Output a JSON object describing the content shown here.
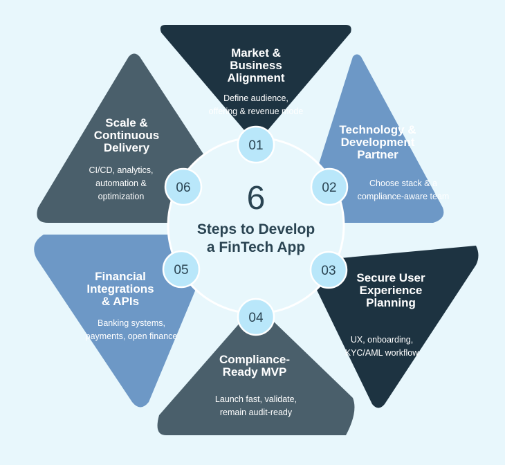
{
  "center": {
    "number": "6",
    "title_lines": [
      "Steps to Develop",
      "a FinTech App"
    ]
  },
  "colors": {
    "background": "#e8f7fc",
    "dark_navy": "#1d3341",
    "slate": "#4a5f6b",
    "light_blue": "#6d98c6",
    "center_fill": "#e8f7fc",
    "badge_fill": "#b9e7fa"
  },
  "steps": [
    {
      "number": "01",
      "title_lines": [
        "Market &",
        "Business",
        "Alignment"
      ],
      "desc_lines": [
        "Define audience,",
        "offering & revenue mode"
      ],
      "color": "#1d3341"
    },
    {
      "number": "02",
      "title_lines": [
        "Technology &",
        "Development",
        "Partner"
      ],
      "desc_lines": [
        "Choose stack & a",
        "compliance-aware team"
      ],
      "color": "#6d98c6"
    },
    {
      "number": "03",
      "title_lines": [
        "Secure User",
        "Experience",
        "Planning"
      ],
      "desc_lines": [
        "UX, onboarding,",
        "KYC/AML workflow"
      ],
      "color": "#1d3341"
    },
    {
      "number": "04",
      "title_lines": [
        "Compliance-",
        "Ready MVP"
      ],
      "desc_lines": [
        "Launch fast, validate,",
        "remain audit-ready"
      ],
      "color": "#4a5f6b"
    },
    {
      "number": "05",
      "title_lines": [
        "Financial",
        "Integrations",
        "& APIs"
      ],
      "desc_lines": [
        "Banking systems,",
        "payments, open finance"
      ],
      "color": "#6d98c6"
    },
    {
      "number": "06",
      "title_lines": [
        "Scale &",
        "Continuous",
        "Delivery"
      ],
      "desc_lines": [
        "CI/CD, analytics,",
        "automation &",
        "optimization"
      ],
      "color": "#4a5f6b"
    }
  ]
}
